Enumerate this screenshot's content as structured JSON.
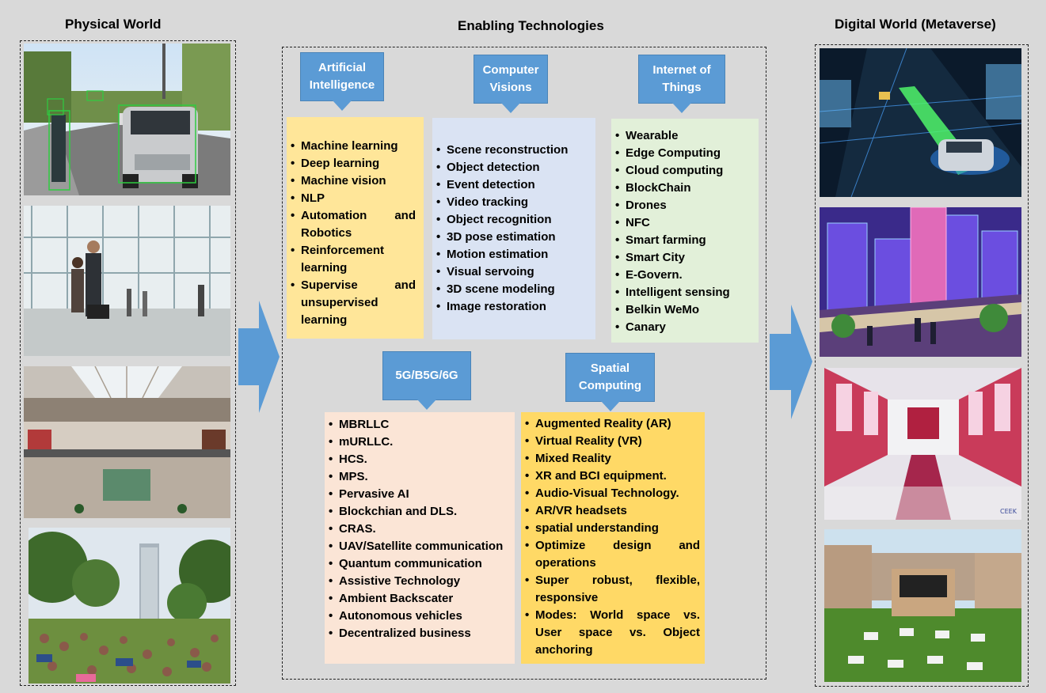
{
  "titles": {
    "physical": "Physical World",
    "enabling": "Enabling Technologies",
    "digital": "Digital World (Metaverse)"
  },
  "callouts": {
    "ai": "Artificial Intelligence",
    "cv": "Computer Visions",
    "iot": "Internet of Things",
    "g5": "5G/B5G/6G",
    "spatial": "Spatial Computing"
  },
  "lists": {
    "ai": [
      "Machine learning",
      "Deep learning",
      "Machine vision",
      "NLP",
      "Automation and Robotics",
      "Reinforcement learning",
      "Supervise and unsupervised learning"
    ],
    "cv": [
      "Scene reconstruction",
      "Object detection",
      "Event detection",
      "Video tracking",
      "Object recognition",
      "3D pose estimation",
      "Motion estimation",
      "Visual servoing",
      "3D scene modeling",
      "Image restoration"
    ],
    "iot": [
      "Wearable",
      "Edge Computing",
      "Cloud computing",
      "BlockChain",
      "Drones",
      "NFC",
      "Smart farming",
      "Smart City",
      "E-Govern.",
      "Intelligent sensing",
      "Belkin WeMo",
      "Canary"
    ],
    "g5": [
      "MBRLLC",
      "mURLLC.",
      "HCS.",
      "MPS.",
      "Pervasive AI",
      "Blockchian and DLS.",
      "CRAS.",
      "UAV/Satellite communication",
      "Quantum communication",
      "Assistive Technology",
      "Ambient Backscater",
      "Autonomous vehicles",
      "Decentralized business"
    ],
    "spatial": [
      "Augmented Reality (AR)",
      "Virtual Reality (VR)",
      "Mixed Reality",
      "XR and BCI equipment.",
      "Audio-Visual Technology.",
      "AR/VR headsets",
      "spatial understanding",
      "Optimize design and operations",
      "Super robust, flexible, responsive",
      "Modes: World space vs. User space vs. Object anchoring"
    ]
  },
  "colors": {
    "ai_box": "#ffe699",
    "cv_box": "#dae3f3",
    "iot_box": "#e2f0d9",
    "g5_box": "#fbe5d6",
    "spatial_box": "#ffd966",
    "callout": "#5b9bd5",
    "arrow": "#5b9bd5"
  },
  "photos": {
    "physical": [
      "street-detection-photo",
      "airport-walkway-photo",
      "shopping-mall-photo",
      "park-crowd-photo"
    ],
    "digital": [
      "virtual-road-car-render",
      "virtual-city-render",
      "virtual-fashion-mall-render",
      "virtual-garden-event-render"
    ]
  },
  "watermark": "CEEK"
}
